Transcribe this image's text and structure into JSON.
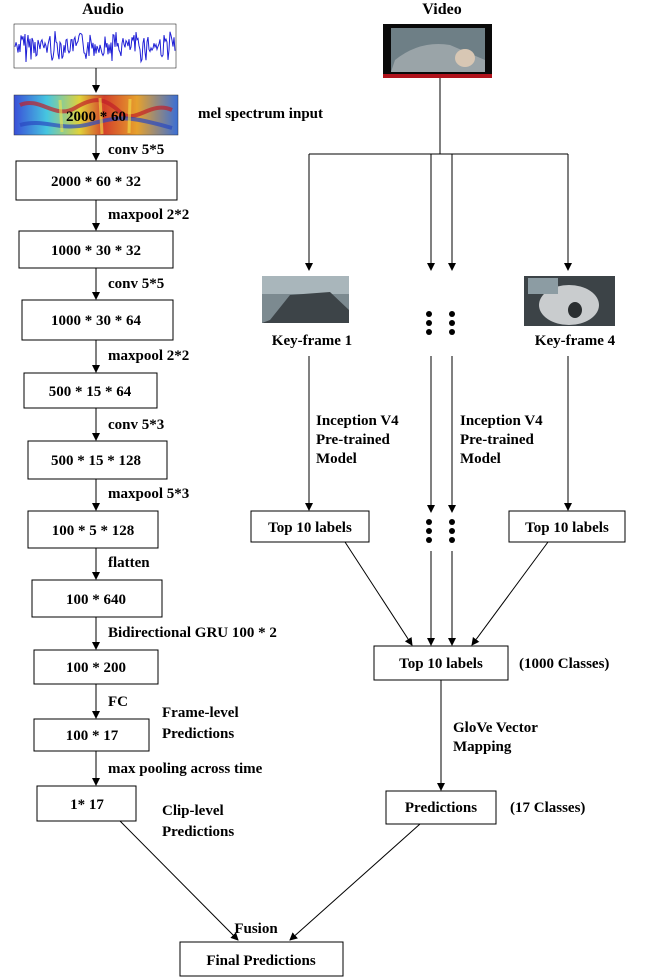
{
  "audio": {
    "header": "Audio",
    "spectrum_label": "mel spectrum input",
    "spectrum_dims": "2000 * 60",
    "ops": [
      "conv 5*5",
      "maxpool 2*2",
      "conv 5*5",
      "maxpool 2*2",
      "conv 5*3",
      "maxpool 5*3",
      "flatten",
      "Bidirectional GRU 100 * 2",
      "FC",
      "max pooling across time"
    ],
    "boxes": [
      "2000 * 60 * 32",
      "1000 * 30 * 32",
      "1000 * 30 * 64",
      "500 * 15 * 64",
      "500 * 15 * 128",
      "100 * 5 * 128",
      "100 * 640",
      "100 * 200",
      "100 * 17",
      "1* 17"
    ],
    "frame_level": [
      "Frame-level",
      "Predictions"
    ],
    "clip_level": [
      "Clip-level",
      "Predictions"
    ]
  },
  "video": {
    "header": "Video",
    "keyframe_1": "Key-frame 1",
    "keyframe_4": "Key-frame 4",
    "model_label": [
      "Inception V4",
      "Pre-trained",
      "Model"
    ],
    "top_labels": "Top 10 labels",
    "classes_1000": "(1000 Classes)",
    "glove": [
      "GloVe Vector",
      "Mapping"
    ],
    "predictions": "Predictions",
    "classes_17": "(17 Classes)"
  },
  "fusion": {
    "label": "Fusion",
    "final": "Final Predictions"
  },
  "colors": {
    "waveform": "#1f1fd6",
    "video_dark": "#0a0a0a",
    "video_red": "#b0121b"
  }
}
